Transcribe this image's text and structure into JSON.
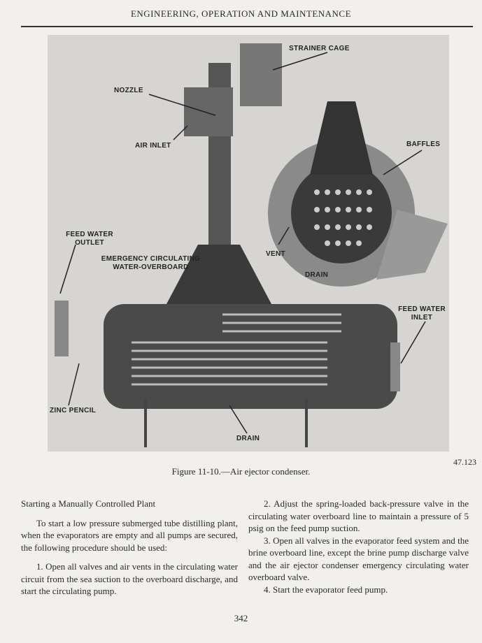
{
  "header": {
    "running_title": "ENGINEERING, OPERATION AND MAINTENANCE"
  },
  "figure": {
    "labels": {
      "strainer_cage": "STRAINER CAGE",
      "nozzle": "NOZZLE",
      "air_inlet": "AIR INLET",
      "baffles": "BAFFLES",
      "feed_water_outlet": "FEED WATER OUTLET",
      "emergency_circulating": "EMERGENCY CIRCULATING WATER-OVERBOARD",
      "vent": "VENT",
      "drain_top": "DRAIN",
      "feed_water_inlet": "FEED WATER INLET",
      "zinc_pencil": "ZINC PENCIL",
      "drain_bottom": "DRAIN"
    },
    "number": "47.123",
    "caption": "Figure 11-10.—Air ejector condenser."
  },
  "body": {
    "heading": "Starting a Manually Controlled Plant",
    "intro": "To start a low pressure submerged tube distilling plant, when the evaporators are empty and all pumps are secured, the following procedure should be used:",
    "steps": [
      "1. Open all valves and air vents in the circulating water circuit from the sea suction to the overboard discharge, and start the circulating pump.",
      "2. Adjust the spring-loaded back-pressure valve in the circulating water overboard line to maintain a pressure of 5 psig on the feed pump suction.",
      "3. Open all valves in the evaporator feed system and the brine overboard line, except the brine pump discharge valve and the air ejector condenser emergency circulating water overboard valve.",
      "4. Start the evaporator feed pump."
    ]
  },
  "footer": {
    "page_number": "342"
  }
}
